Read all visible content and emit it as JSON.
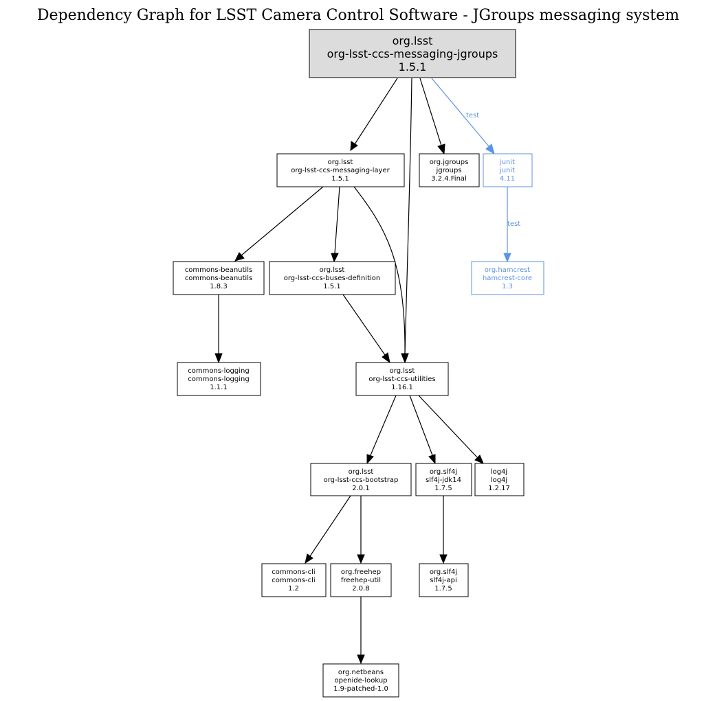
{
  "title": "Dependency Graph for LSST Camera Control Software - JGroups messaging system",
  "colors": {
    "node_border": "#000000",
    "root_fill": "#dcdcdc",
    "test_scope": "#5b93e6"
  },
  "nodes": {
    "root": {
      "lines": [
        "org.lsst",
        "org-lsst-ccs-messaging-jgroups",
        "1.5.1"
      ]
    },
    "msglayer": {
      "lines": [
        "org.lsst",
        "org-lsst-ccs-messaging-layer",
        "1.5.1"
      ]
    },
    "jgroups": {
      "lines": [
        "org.jgroups",
        "jgroups",
        "3.2.4.Final"
      ]
    },
    "junit": {
      "lines": [
        "junit",
        "junit",
        "4.11"
      ]
    },
    "hamcrest": {
      "lines": [
        "org.hamcrest",
        "hamcrest-core",
        "1.3"
      ]
    },
    "beanutils": {
      "lines": [
        "commons-beanutils",
        "commons-beanutils",
        "1.8.3"
      ]
    },
    "busesdef": {
      "lines": [
        "org.lsst",
        "org-lsst-ccs-buses-definition",
        "1.5.1"
      ]
    },
    "logging": {
      "lines": [
        "commons-logging",
        "commons-logging",
        "1.1.1"
      ]
    },
    "utilities": {
      "lines": [
        "org.lsst",
        "org-lsst-ccs-utilities",
        "1.16.1"
      ]
    },
    "bootstrap": {
      "lines": [
        "org.lsst",
        "org-lsst-ccs-bootstrap",
        "2.0.1"
      ]
    },
    "slf4jjdk14": {
      "lines": [
        "org.slf4j",
        "slf4j-jdk14",
        "1.7.5"
      ]
    },
    "log4j": {
      "lines": [
        "log4j",
        "log4j",
        "1.2.17"
      ]
    },
    "cli": {
      "lines": [
        "commons-cli",
        "commons-cli",
        "1.2"
      ]
    },
    "freehep": {
      "lines": [
        "org.freehep",
        "freehep-util",
        "2.0.8"
      ]
    },
    "slf4japi": {
      "lines": [
        "org.slf4j",
        "slf4j-api",
        "1.7.5"
      ]
    },
    "openide": {
      "lines": [
        "org.netbeans",
        "openide-lookup",
        "1.9-patched-1.0"
      ]
    }
  },
  "edges": [
    {
      "from": "root",
      "to": "msglayer"
    },
    {
      "from": "root",
      "to": "utilities"
    },
    {
      "from": "root",
      "to": "jgroups"
    },
    {
      "from": "root",
      "to": "junit",
      "scope": "test",
      "label": "test"
    },
    {
      "from": "junit",
      "to": "hamcrest",
      "scope": "test",
      "label": "test"
    },
    {
      "from": "msglayer",
      "to": "beanutils"
    },
    {
      "from": "msglayer",
      "to": "busesdef"
    },
    {
      "from": "msglayer",
      "to": "utilities"
    },
    {
      "from": "beanutils",
      "to": "logging"
    },
    {
      "from": "busesdef",
      "to": "utilities"
    },
    {
      "from": "utilities",
      "to": "bootstrap"
    },
    {
      "from": "utilities",
      "to": "slf4jjdk14"
    },
    {
      "from": "utilities",
      "to": "log4j"
    },
    {
      "from": "bootstrap",
      "to": "cli"
    },
    {
      "from": "bootstrap",
      "to": "freehep"
    },
    {
      "from": "slf4jjdk14",
      "to": "slf4japi"
    },
    {
      "from": "freehep",
      "to": "openide"
    }
  ]
}
